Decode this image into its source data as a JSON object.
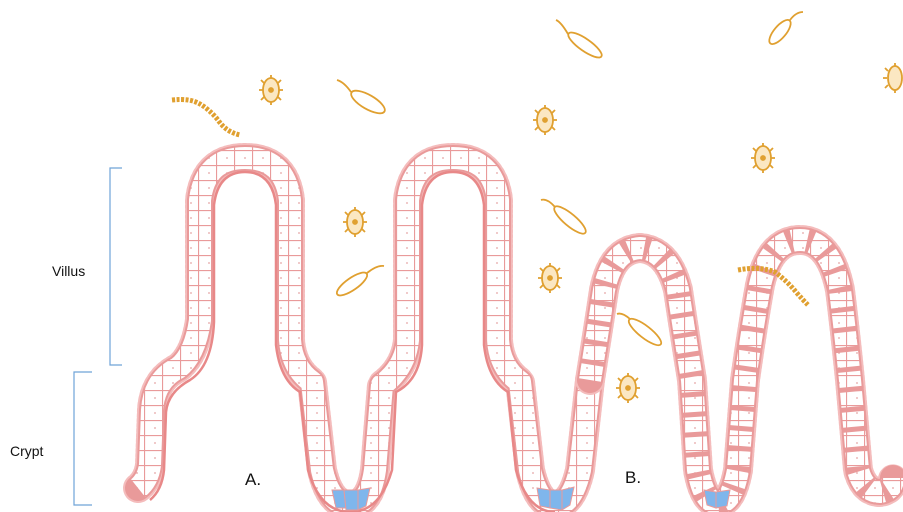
{
  "labels": {
    "villus": "Villus",
    "crypt": "Crypt",
    "panel_a": "A.",
    "panel_b": "B."
  },
  "colors": {
    "epithelium_outline": "#e99a9a",
    "epithelium_base": "#e88888",
    "cell_fill": "#ffffff",
    "brush_border": "#f4bcbc",
    "stem_cells": "#7fb6ec",
    "bacteria": "#e0a030",
    "bracket": "#6fa3d8"
  },
  "icons": {
    "spiky_bacterium": "spiky-bacterium-icon",
    "rod_bacterium": "flagellated-rod-bacterium-icon",
    "chain_bacterium": "chain-bacterium-icon"
  }
}
